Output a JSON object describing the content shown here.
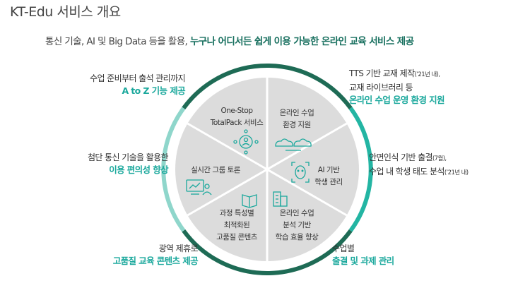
{
  "title": "KT-Edu 서비스 개요",
  "subtitle": {
    "lead": "통신 기술, AI 및 Big Data 등을 활용,",
    "highlight": "누구나 어디서든 쉽게 이용 가능한 온라인 교육 서비스 제공"
  },
  "outer_labels": {
    "top_left": {
      "line1": "수업 준비부터 출석 관리까지",
      "line2": "A to Z 기능 제공"
    },
    "mid_left": {
      "line1": "첨단 통신 기술을 활용한",
      "line2": "이용 편의성 향상"
    },
    "bottom_left": {
      "line1": "광역 제휴로",
      "line2": "고품질 교육 콘텐츠 제공"
    },
    "top_right": {
      "line1": "TTS 기반 교재 제작",
      "line1_note": "(’21년 내),",
      "line2": "교재 라이브러리 등",
      "line3": "온라인 수업 운영 환경 지원"
    },
    "mid_right": {
      "line1": "안면인식 기반 출결",
      "line1_note": "(7월),",
      "line2": "수업 내 학생 태도 분석",
      "line2_note": "(’21년 내)"
    },
    "bottom_right": {
      "line1": "수업별",
      "line2": "출결 및 과제 관리"
    }
  },
  "segments": {
    "top_left": {
      "line1": "One-Stop",
      "line2": "TotalPack 서비스",
      "icon": "network-user-icon"
    },
    "top_right": {
      "line1": "온라인 수업",
      "line2": "환경 지원",
      "icon": "cloud-sync-icon"
    },
    "right": {
      "line1": "AI 기반",
      "line2": "학생 관리",
      "icon": "face-scan-icon"
    },
    "bottom_right": {
      "line1": "온라인 수업",
      "line2": "분석 기반",
      "line3": "학습 효율 향상",
      "icon": "building-icon"
    },
    "bottom_left": {
      "line1": "과정 특성별",
      "line2": "최적화된",
      "line3": "고품질 콘텐츠",
      "icon": "book-icon"
    },
    "left": {
      "line1": "실시간 그룹 토론",
      "icon": "monitor-user-icon"
    }
  },
  "colors": {
    "dark_green": "#1e6b55",
    "teal": "#23b5a3",
    "light_teal": "#8fd6cb",
    "pie_gray": "#dcdcdc"
  }
}
